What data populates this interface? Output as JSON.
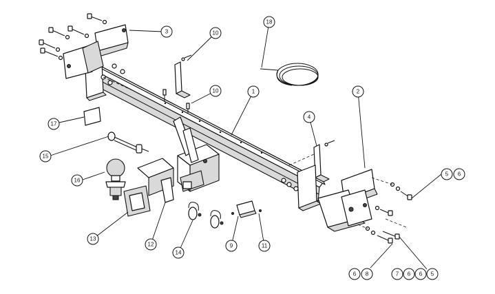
{
  "callouts": [
    {
      "id": "c1",
      "text": "1"
    },
    {
      "id": "c2",
      "text": "2"
    },
    {
      "id": "c3",
      "text": "3"
    },
    {
      "id": "c4",
      "text": "4"
    },
    {
      "id": "c5a",
      "text": "5"
    },
    {
      "id": "c6a",
      "text": "6"
    },
    {
      "id": "c6b",
      "text": "6"
    },
    {
      "id": "c8",
      "text": "8"
    },
    {
      "id": "c7",
      "text": "7"
    },
    {
      "id": "c6c",
      "text": "6"
    },
    {
      "id": "c6d",
      "text": "6"
    },
    {
      "id": "c5b",
      "text": "5"
    },
    {
      "id": "c9",
      "text": "9"
    },
    {
      "id": "c10a",
      "text": "10"
    },
    {
      "id": "c10b",
      "text": "10"
    },
    {
      "id": "c11",
      "text": "11"
    },
    {
      "id": "c12",
      "text": "12"
    },
    {
      "id": "c13",
      "text": "13"
    },
    {
      "id": "c14",
      "text": "14"
    },
    {
      "id": "c15",
      "text": "15"
    },
    {
      "id": "c16",
      "text": "16"
    },
    {
      "id": "c17",
      "text": "17"
    },
    {
      "id": "c18",
      "text": "18"
    }
  ]
}
